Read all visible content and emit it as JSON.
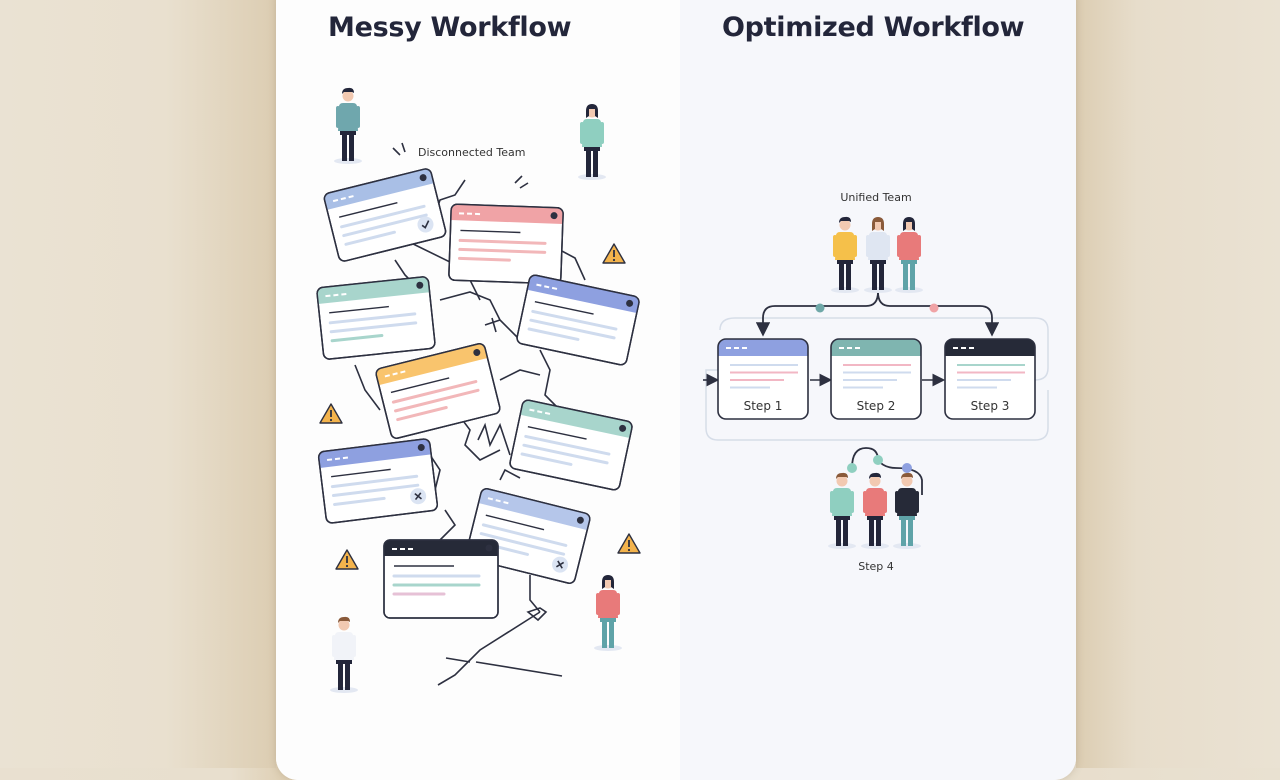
{
  "left_panel": {
    "title": "Messy Workflow",
    "team_label": "Disconnected Team",
    "window_cards": [
      {
        "header_color": "#a9bfe6",
        "status_icon": "check-icon"
      },
      {
        "header_color": "#f0a3a6",
        "status_icon": null
      },
      {
        "header_color": "#a8d5cc",
        "status_icon": null
      },
      {
        "header_color": "#8ea0e0",
        "status_icon": null
      },
      {
        "header_color": "#f9c46d",
        "status_icon": null
      },
      {
        "header_color": "#a8d5cc",
        "status_icon": null
      },
      {
        "header_color": "#8ea0e0",
        "status_icon": "x-icon"
      },
      {
        "header_color": "#b5c6ea",
        "status_icon": "x-icon"
      },
      {
        "header_color": "#262a38",
        "status_icon": null
      }
    ],
    "warning_icon_count": 4,
    "people_count": 4
  },
  "right_panel": {
    "title": "Optimized Workflow",
    "team_label": "Unified Team",
    "steps": [
      {
        "label": "Step 1",
        "header_color": "#8ea0e0"
      },
      {
        "label": "Step 2",
        "header_color": "#7fb5b0"
      },
      {
        "label": "Step 3",
        "header_color": "#262a38"
      }
    ],
    "step4_label": "Step 4",
    "connector_dots": [
      "#6fa8a8",
      "#f0a3a6"
    ],
    "step4_dots": [
      "#8fcfc0",
      "#8fcfc0",
      "#8ea0e0"
    ]
  },
  "colors": {
    "title_text": "#23263a",
    "outline": "#2d3040",
    "warning": "#f3b34c"
  }
}
